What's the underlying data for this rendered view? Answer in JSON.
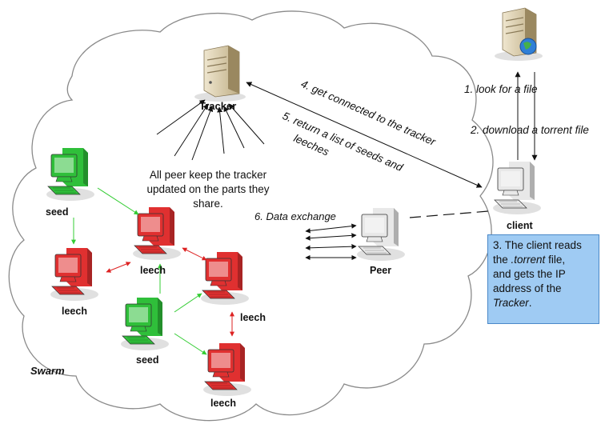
{
  "tracker": {
    "label": "Tracker"
  },
  "tracker_note": {
    "text": "All peer keep the tracker updated on the parts they share."
  },
  "steps": {
    "step1": "1. look for a file",
    "step2": "2. download a torrent file",
    "step4": "4. get connected to the tracker",
    "step5_line1": "5. return a list of seeds and",
    "step5_line2": "leeches",
    "step6": "6. Data exchange"
  },
  "client": {
    "label": "client"
  },
  "peer": {
    "label": "Peer"
  },
  "info_box": {
    "line1": "3. The client reads",
    "line2_pre": "the ",
    "line2_em": ".torrent",
    "line2_post": " file,",
    "line3": "and gets the IP",
    "line4": "address of the",
    "line5_em": "Tracker",
    "line5_post": "."
  },
  "swarm": {
    "label": "Swarm"
  },
  "nodes": [
    {
      "label": "seed",
      "status": "seed"
    },
    {
      "label": "leech",
      "status": "leech"
    },
    {
      "label": "leech",
      "status": "leech"
    },
    {
      "label": "leech",
      "status": "leech"
    },
    {
      "label": "seed",
      "status": "seed"
    },
    {
      "label": "leech",
      "status": "leech"
    }
  ],
  "colors": {
    "seed": "#2fbf3a",
    "leech": "#e03030",
    "server": "#d8ccb0",
    "link_seed": "#33cc33",
    "link_leech": "#dd2222",
    "info_box": "#9fcbf3",
    "cloud_stroke": "#888888"
  }
}
